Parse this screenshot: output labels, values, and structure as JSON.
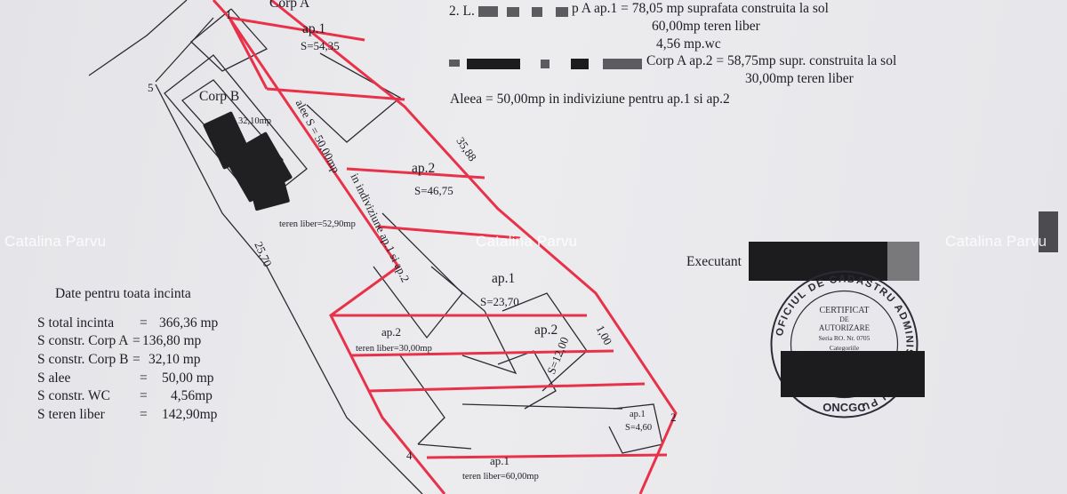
{
  "header_notes": {
    "line1_prefix": "2. L.",
    "line1_text": "p A  ap.1 = 78,05 mp suprafata construita la sol",
    "line2_text": "60,00mp teren liber",
    "line3_text": "4,56 mp.wc",
    "line4_text": "Corp A  ap.2 = 58,75mp supr. construita la sol",
    "line5_text": "30,00mp teren liber",
    "line6_text": "Aleea =  50,00mp in indiviziune pentru ap.1 si ap.2"
  },
  "plan_labels": {
    "corp_a": "Corp A",
    "corp_b": "Corp B",
    "ap1_top": "ap.1",
    "s_5435": "S=54,35",
    "point_5": "5",
    "area_32": "32,10mp",
    "alee": "alee S = 50,00mp",
    "indiviziune": "in indiviziune ap.1 si ap.2",
    "dim_3588": "35,88",
    "ap2_mid": "ap.2",
    "s_4675": "S=46,75",
    "teren_5290": "teren liber=52,90mp",
    "dim_2570": "25,70",
    "ap1_mid": "ap.1",
    "s_2370": "S=23,70",
    "ap2_low": "ap.2",
    "teren_3000": "teren liber=30,00mp",
    "ap2_right": "ap.2",
    "s_1200": "S=12,00",
    "dim_1000": "1,00",
    "ap1_wc": "ap.1",
    "s_460": "S=4,60",
    "point_2": "2",
    "point_4": "4",
    "ap1_bottom": "ap.1",
    "teren_6000": "teren liber=60,00mp",
    "point_1": "1"
  },
  "summary": {
    "title": "Date pentru toata incinta",
    "rows": [
      {
        "label": "S total incinta",
        "eq": "=",
        "value": "366,36 mp"
      },
      {
        "label": "S constr. Corp A",
        "eq": "=",
        "value": "136,80 mp"
      },
      {
        "label": "S constr. Corp B",
        "eq": "=",
        "value": "32,10 mp"
      },
      {
        "label": "S alee",
        "eq": "=",
        "value": "50,00 mp"
      },
      {
        "label": "S constr. WC",
        "eq": "=",
        "value": "4,56mp"
      },
      {
        "label": "S teren liber",
        "eq": "=",
        "value": "142,90mp"
      }
    ]
  },
  "executant": {
    "label": "Executant"
  },
  "stamp": {
    "ring_text": "OFICIUL DE CADASTRU  ADMINISTRATIEI PU",
    "line1": "CERTIFICAT",
    "line2": "DE",
    "line3": "AUTORIZARE",
    "line4": "Seria RO. Nr. 0705",
    "line5": "Categoriile",
    "bottom": "ONCGC"
  },
  "watermarks": {
    "left": "Catalina Parvu",
    "center": "Catalina Parvu",
    "right": "Catalina Parvu"
  },
  "colors": {
    "red_outline": "#e8324a",
    "ink": "#1d1d25",
    "paper": "#e9e9ec",
    "redaction": "#1c1c1e"
  }
}
